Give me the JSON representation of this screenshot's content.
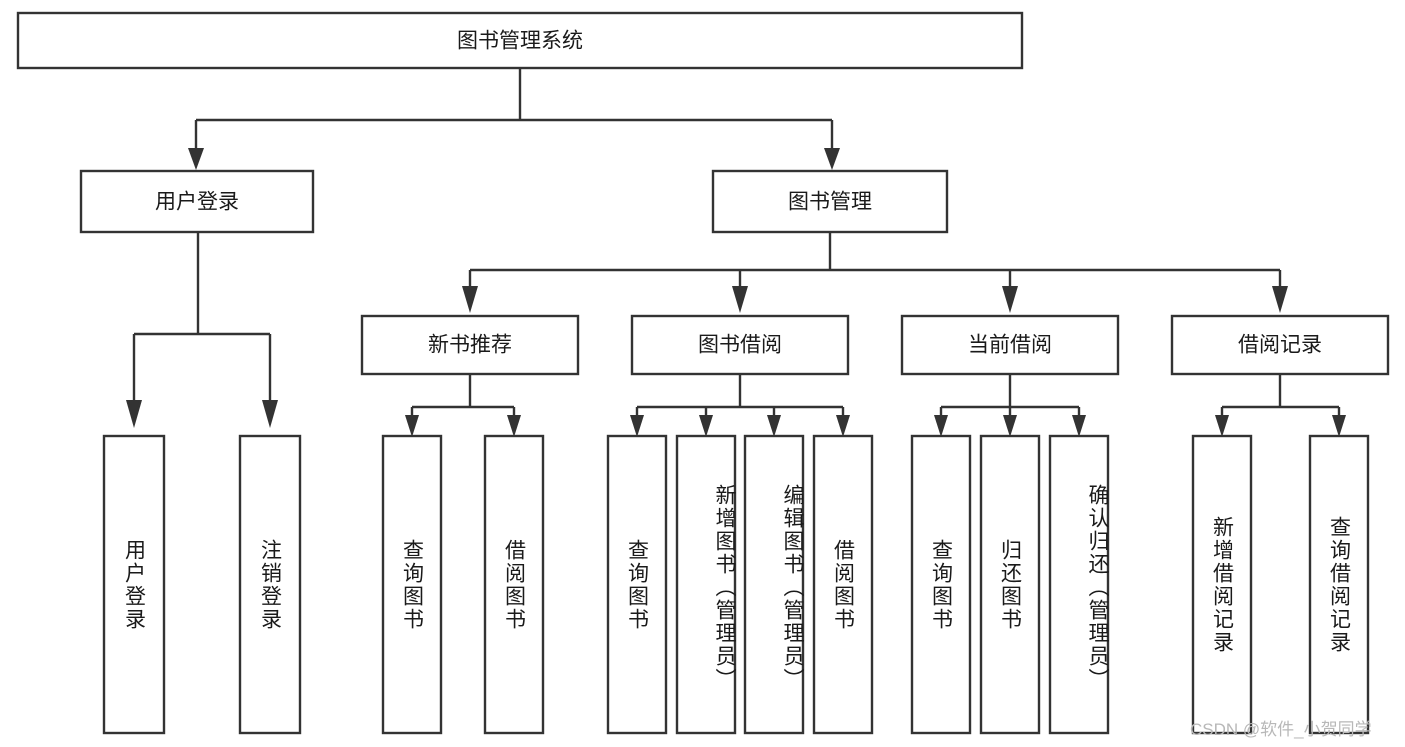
{
  "diagram": {
    "type": "tree-hierarchy",
    "title": "图书管理系统",
    "watermark": "CSDN @软件_小贺同学",
    "colors": {
      "box_stroke": "#333333",
      "box_fill": "#ffffff",
      "text": "#1a1a1a",
      "watermark": "#b8b8b8",
      "background": "#ffffff"
    },
    "levels": {
      "root": {
        "label": "图书管理系统"
      },
      "level2": [
        {
          "label": "用户登录"
        },
        {
          "label": "图书管理"
        }
      ],
      "level3": [
        {
          "label": "新书推荐",
          "parent": "图书管理"
        },
        {
          "label": "图书借阅",
          "parent": "图书管理"
        },
        {
          "label": "当前借阅",
          "parent": "图书管理"
        },
        {
          "label": "借阅记录",
          "parent": "图书管理"
        }
      ],
      "leaves": {
        "user_login": [
          {
            "label": "用户登录"
          },
          {
            "label": "注销登录"
          }
        ],
        "new_book_recommend": [
          {
            "label": "查询图书"
          },
          {
            "label": "借阅图书"
          }
        ],
        "book_borrow": [
          {
            "label": "查询图书"
          },
          {
            "label": "新增图书（管理员）"
          },
          {
            "label": "编辑图书（管理员）"
          },
          {
            "label": "借阅图书"
          }
        ],
        "current_borrow": [
          {
            "label": "查询图书"
          },
          {
            "label": "归还图书"
          },
          {
            "label": "确认归还（管理员）"
          }
        ],
        "borrow_record": [
          {
            "label": "新增借阅记录"
          },
          {
            "label": "查询借阅记录"
          }
        ]
      }
    }
  }
}
